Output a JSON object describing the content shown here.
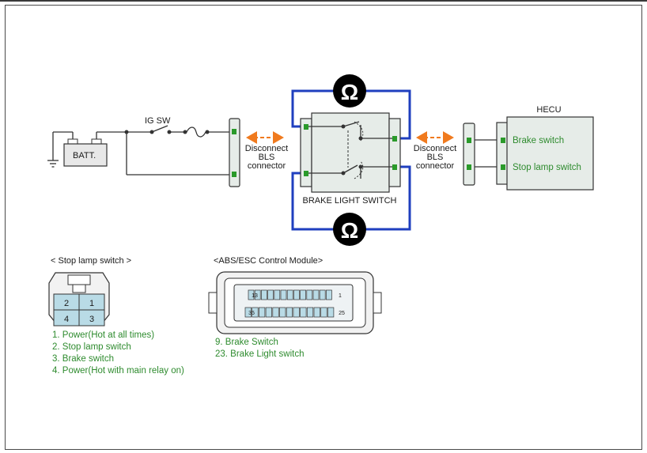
{
  "labels": {
    "ig_sw": "IG SW",
    "batt": "BATT.",
    "disconnect_left_1": "Disconnect",
    "disconnect_left_2": "BLS",
    "disconnect_left_3": "connector",
    "disconnect_right_1": "Disconnect",
    "disconnect_right_2": "BLS",
    "disconnect_right_3": "connector",
    "brake_light_switch": "BRAKE LIGHT SWITCH",
    "hecu": "HECU",
    "hecu_brake_switch": "Brake switch",
    "hecu_stop_lamp_switch": "Stop lamp switch",
    "ohm_symbol": "Ω"
  },
  "stop_lamp_switch": {
    "title": "< Stop lamp switch >",
    "pins": [
      "2",
      "1",
      "4",
      "3"
    ],
    "legend": [
      "1. Power(Hot at all times)",
      "2. Stop lamp switch",
      "3. Brake switch",
      "4. Power(Hot with main relay on)"
    ]
  },
  "abs_module": {
    "title": "<ABS/ESC Control Module>",
    "pin_top_left": "13",
    "pin_top_right": "1",
    "pin_bottom_left": "35",
    "pin_bottom_right": "25",
    "legend": [
      "9. Brake Switch",
      "23. Brake Light switch"
    ]
  },
  "colors": {
    "wire": "#333333",
    "meter_wire": "#1f3fbf",
    "arrow": "#f07a1e",
    "terminal": "#2a9a2a",
    "connector_fill": "#e6ece8",
    "pin_fill": "#b9dbe6",
    "legend_text": "#2e8b2e"
  }
}
